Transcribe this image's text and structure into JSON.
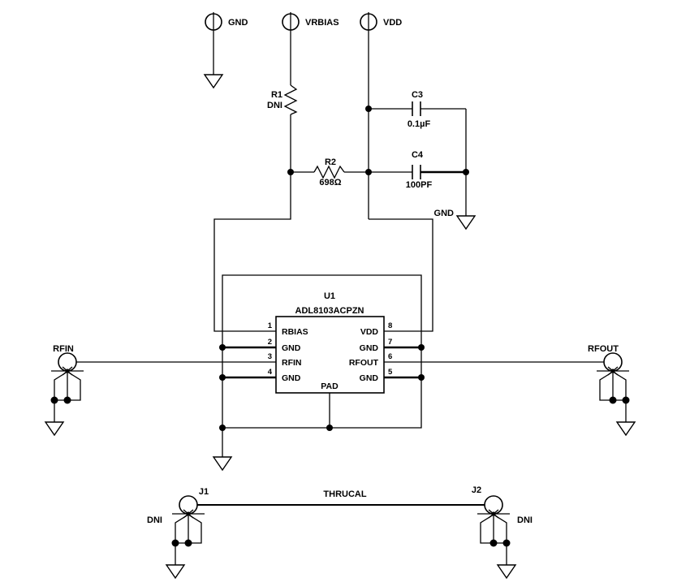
{
  "colors": {
    "ink": "#000000",
    "background": "#ffffff"
  },
  "power_flags": {
    "gnd": {
      "label": "GND"
    },
    "vrbias": {
      "label": "VRBIAS"
    },
    "vdd": {
      "label": "VDD"
    }
  },
  "components": {
    "r1": {
      "ref": "R1",
      "value": "DNI"
    },
    "r2": {
      "ref": "R2",
      "value": "698Ω"
    },
    "c3": {
      "ref": "C3",
      "value": "0.1µF"
    },
    "c4": {
      "ref": "C4",
      "value": "100PF"
    },
    "u1": {
      "ref": "U1",
      "part": "ADL8103ACPZN",
      "pad": "PAD",
      "left_pins": [
        {
          "num": "1",
          "name": "RBIAS"
        },
        {
          "num": "2",
          "name": "GND"
        },
        {
          "num": "3",
          "name": "RFIN"
        },
        {
          "num": "4",
          "name": "GND"
        }
      ],
      "right_pins": [
        {
          "num": "8",
          "name": "VDD"
        },
        {
          "num": "7",
          "name": "GND"
        },
        {
          "num": "6",
          "name": "RFOUT"
        },
        {
          "num": "5",
          "name": "GND"
        }
      ]
    }
  },
  "connectors": {
    "rfin": {
      "label": "RFIN"
    },
    "rfout": {
      "label": "RFOUT"
    },
    "j1": {
      "label": "J1",
      "value": "DNI"
    },
    "j2": {
      "label": "J2",
      "value": "DNI"
    }
  },
  "labels": {
    "gnd_near_c4": "GND",
    "thrucal": "THRUCAL"
  }
}
